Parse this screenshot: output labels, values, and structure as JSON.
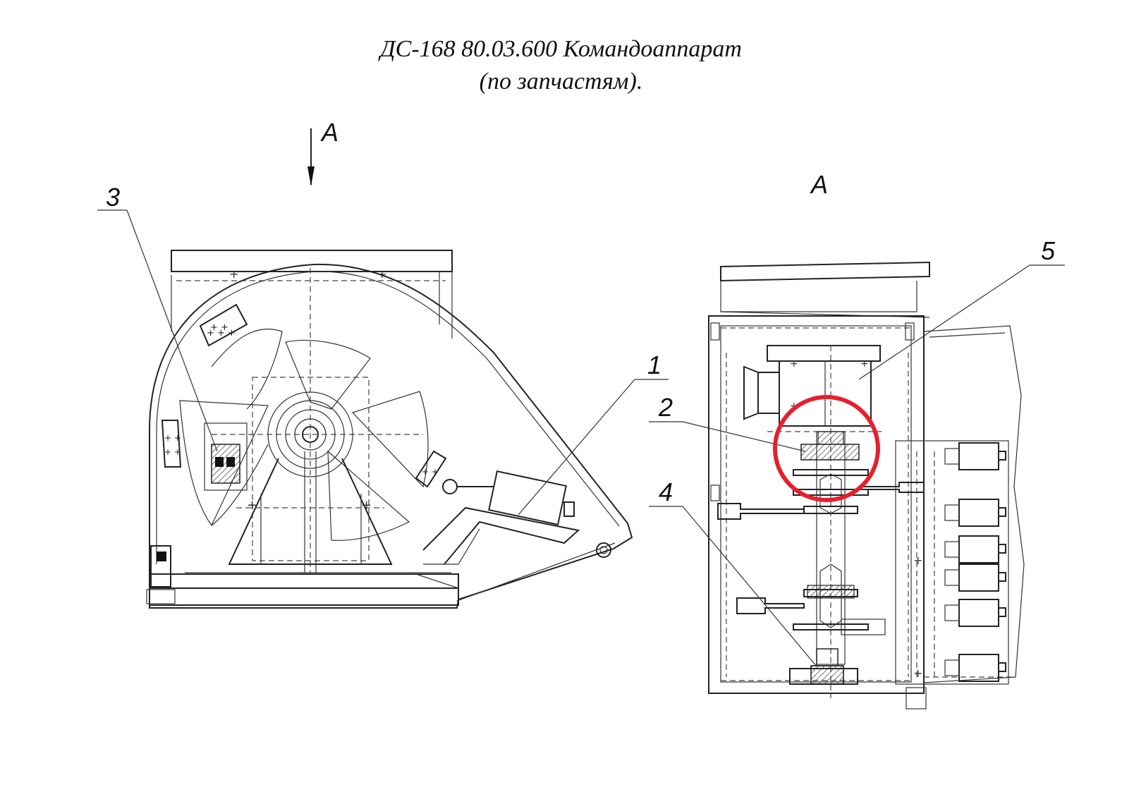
{
  "title": {
    "line1": "ДС-168 80.03.600 Командоаппарат",
    "line2": "(по запчастям)."
  },
  "view_labels": {
    "arrow_a": "A",
    "view_a": "A"
  },
  "callouts": [
    "1",
    "2",
    "3",
    "4",
    "5"
  ],
  "highlight_color": "#e5202e"
}
